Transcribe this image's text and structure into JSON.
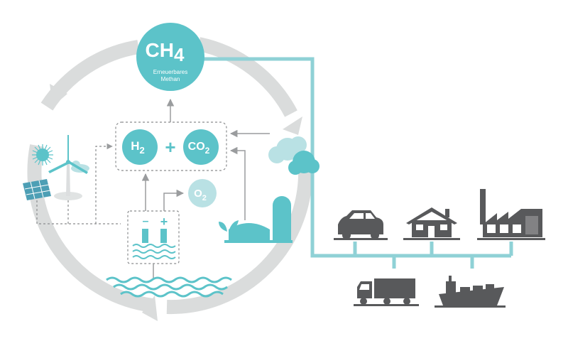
{
  "methane": {
    "formula_main": "CH",
    "formula_sub": "4",
    "caption_line1": "Erneuerbares",
    "caption_line2": "Methan"
  },
  "reaction": {
    "h2_main": "H",
    "h2_sub": "2",
    "plus": "+",
    "co2_main": "CO",
    "co2_sub": "2"
  },
  "oxygen": {
    "main": "O",
    "sub": "2"
  },
  "electrolyzer": {
    "minus": "–",
    "plus": "+"
  },
  "colors": {
    "teal": "#5cc3c9",
    "teal_line": "#8fd1d6",
    "cycle_gray": "#dadcdc",
    "dark_icon": "#58595b",
    "dash_gray": "#8a8c8e",
    "arrow_gray": "#9a9c9e",
    "solar_blue": "#4d9fb5"
  },
  "icons": {
    "energy_sources": [
      "sun-icon",
      "wind-turbine-icon",
      "solar-panel-icon"
    ],
    "co2_sources": [
      "cloud-icon",
      "biogas-plant-icon"
    ],
    "consumers": [
      "car-icon",
      "house-icon",
      "factory-icon",
      "truck-icon",
      "ship-icon"
    ]
  }
}
